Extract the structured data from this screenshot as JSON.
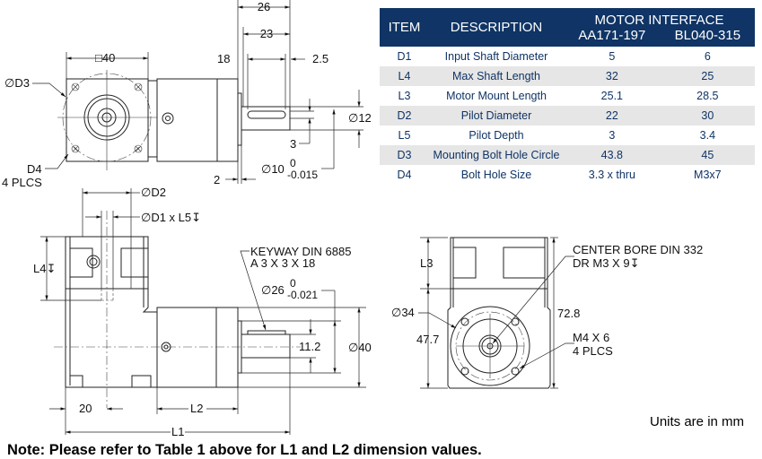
{
  "table": {
    "headers": {
      "item": "ITEM",
      "description": "DESCRIPTION",
      "group": "MOTOR INTERFACE",
      "col1": "AA171-197",
      "col2": "BL040-315"
    },
    "rows": [
      {
        "item": "D1",
        "description": "Input Shaft Diameter",
        "col1": "5",
        "col2": "6"
      },
      {
        "item": "L4",
        "description": "Max Shaft Length",
        "col1": "32",
        "col2": "25"
      },
      {
        "item": "L3",
        "description": "Motor Mount Length",
        "col1": "25.1",
        "col2": "28.5"
      },
      {
        "item": "D2",
        "description": "Pilot Diameter",
        "col1": "22",
        "col2": "30"
      },
      {
        "item": "L5",
        "description": "Pilot Depth",
        "col1": "3",
        "col2": "3.4"
      },
      {
        "item": "D3",
        "description": "Mounting Bolt Hole Circle",
        "col1": "43.8",
        "col2": "45"
      },
      {
        "item": "D4",
        "description": "Bolt Hole Size",
        "col1": "3.3 x thru",
        "col2": "M3x7"
      }
    ],
    "header_color": "#0f3465"
  },
  "drawing": {
    "top": {
      "d26": "26",
      "d23": "23",
      "d18": "18",
      "d25": "2.5",
      "sq40": "□40",
      "phiD3": "∅D3",
      "d4": "D4",
      "d4plcs": "4 PLCS",
      "phi12": "∅12",
      "d3": "3",
      "phi10": "∅10",
      "tol10_up": "0",
      "tol10_low": "-0.015",
      "d2": "2"
    },
    "side": {
      "phiD2": "∅D2",
      "phiD1": "∅D1 x L5↧",
      "l4": "L4↧",
      "keyway1": "KEYWAY DIN 6885",
      "keyway2": "A 3 X 3 X 18",
      "phi26": "∅26",
      "tol26_up": "0",
      "tol26_low": "-0.021",
      "d112": "11.2",
      "phi40": "∅40",
      "d20": "20",
      "l2": "L2",
      "l1": "L1"
    },
    "end": {
      "l3": "L3",
      "bore1": "CENTER BORE DIN 332",
      "bore2": "DR M3 X 9↧",
      "d728": "72.8",
      "phi34": "∅34",
      "d477": "47.7",
      "m4": "M4 X 6",
      "m4plcs": "4 PLCS"
    }
  },
  "units": "Units are in mm",
  "note": "Note: Please refer to Table 1 above for L1 and L2 dimension values."
}
